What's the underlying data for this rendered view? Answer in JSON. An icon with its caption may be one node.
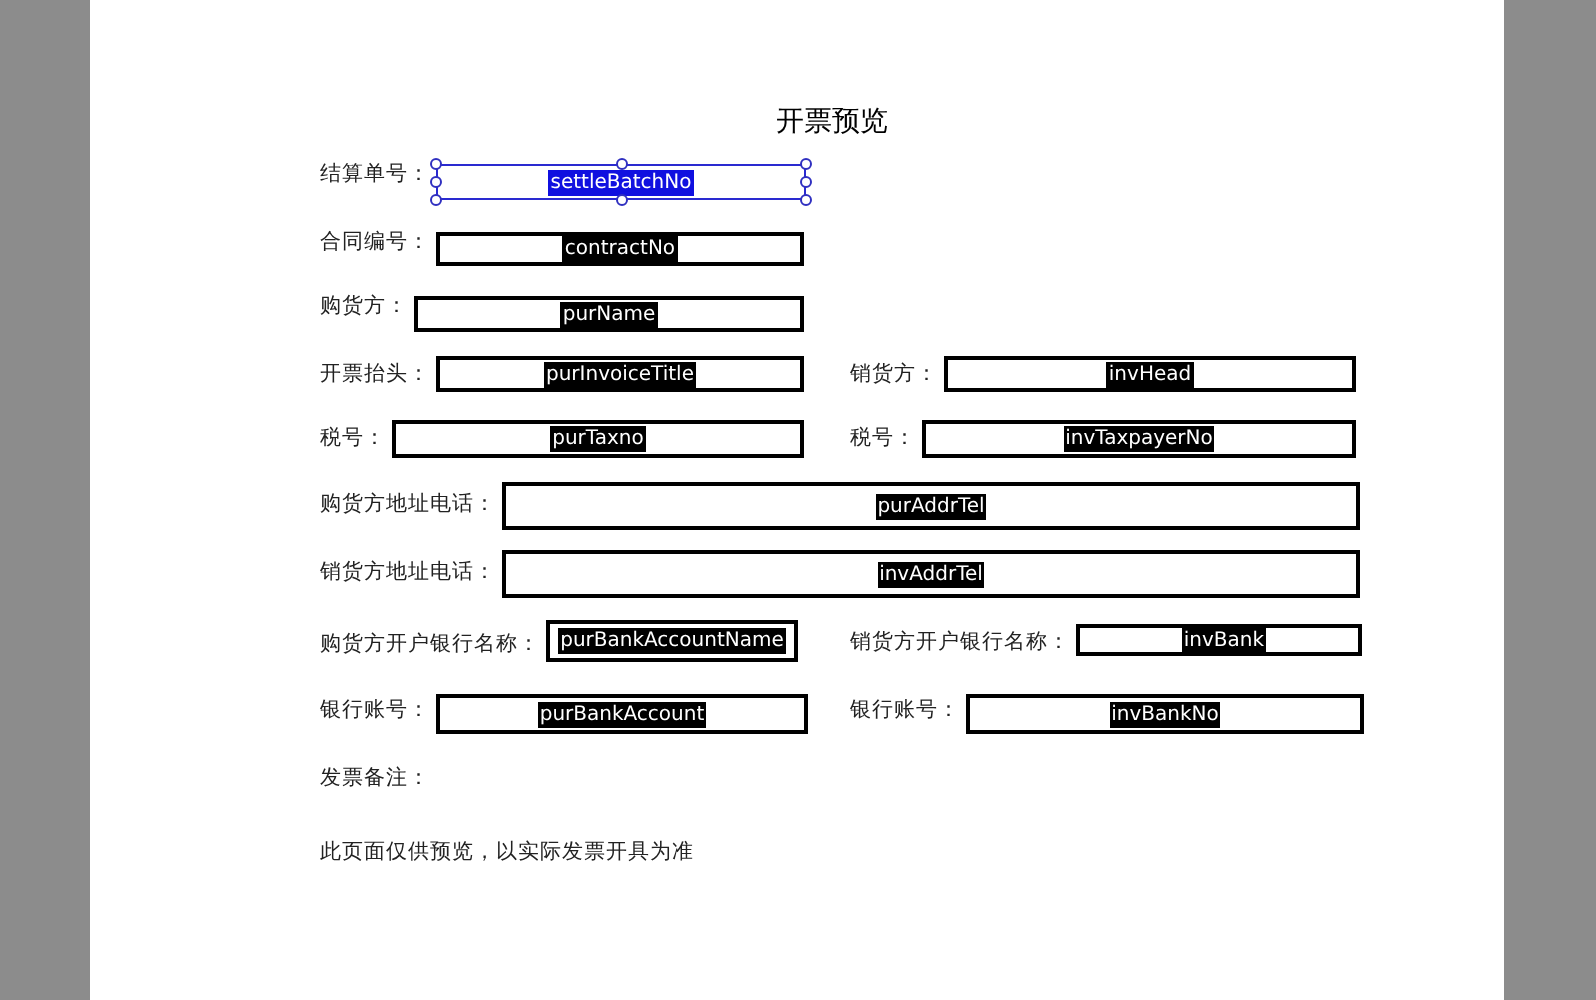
{
  "diagram": {
    "title": "开票预览",
    "nodes": [
      {
        "text": [
          "settleBatchNo"
        ],
        "beside": [
          "结算单号："
        ]
      },
      {
        "text": [
          "contractNo"
        ],
        "beside": [
          "合同编号："
        ]
      },
      {
        "text": [
          "purName"
        ],
        "beside": [
          "购货方："
        ]
      },
      {
        "text": [
          "purInvoiceTitle"
        ],
        "beside": [
          "开票抬头："
        ]
      },
      {
        "text": [
          "invHead"
        ],
        "beside": [
          "销货方："
        ]
      },
      {
        "text": [
          "purTaxno"
        ],
        "beside": [
          "税号："
        ]
      },
      {
        "text": [
          "invTaxpayerNo"
        ],
        "beside": [
          "税号："
        ]
      },
      {
        "text": [
          "purAddrTel"
        ],
        "beside": [
          "购货方地址电话："
        ]
      },
      {
        "text": [
          "invAddrTel"
        ],
        "beside": [
          "销货方地址电话："
        ]
      },
      {
        "text": [
          "purBankAccountName"
        ],
        "beside": [
          "购货方开户银行名称："
        ]
      },
      {
        "text": [
          "invBank"
        ],
        "beside": [
          "销货方开户银行名称："
        ]
      },
      {
        "text": [
          "purBankAccount"
        ],
        "beside": [
          "银行账号："
        ]
      },
      {
        "text": [
          "invBankNo"
        ],
        "beside": [
          "银行账号："
        ]
      }
    ],
    "labels": [
      "发票备注：",
      "此页面仅供预览，以实际发票开具为准"
    ]
  }
}
